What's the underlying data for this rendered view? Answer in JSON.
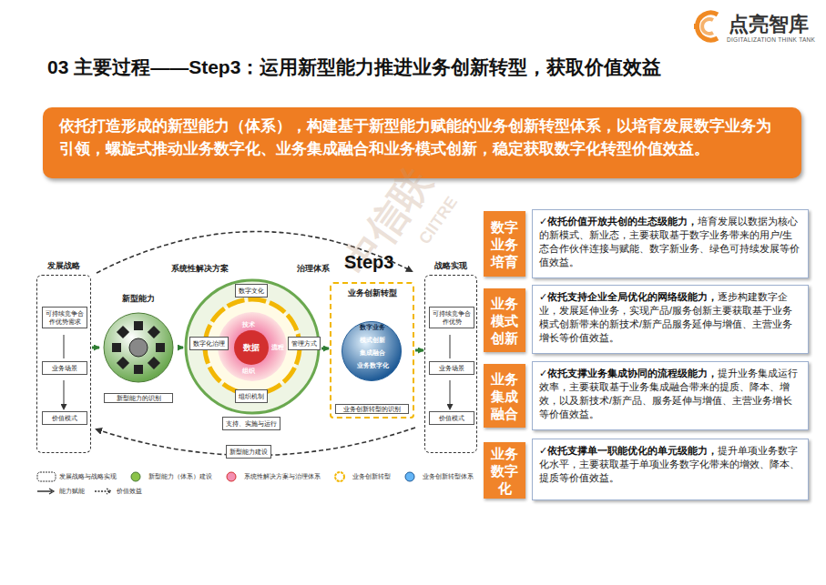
{
  "diagram": {
    "title": "03 主要过程——Step3：运用新型能力推进业务创新转型，获取价值效益",
    "nodes": [
      {
        "text": [
          "依托打造形成的新型能力（体系），构建基于新型能力赋能的业务创新转型体系，以培育发展数字业务为引领，螺旋式推动业务数字化、业务集成融合和业务模式创新，稳定获取数字化转型价值效益。"
        ]
      },
      {
        "text": [
          "数字业务培育"
        ]
      },
      {
        "text": [
          "✓依托价值开放共创的生态级能力，",
          "培育发展以数据为核心的新模式、新业态，主要获取基于数字业务带来的用户/生态合作伙伴连接与赋能、数字新业务、绿色可持续发展等价值效益。"
        ]
      },
      {
        "text": [
          "业务模式创新"
        ]
      },
      {
        "text": [
          "✓依托支持企业全局优化的网络级能力，",
          "逐步构建数字企业，发展延伸业务，实现产品/服务创新主要获取基于业务模式创新带来的新技术/新产品服务延伸与增值、主营业务增长等价值效益。"
        ]
      },
      {
        "text": [
          "业务集成融合"
        ]
      },
      {
        "text": [
          "✓依托支撑业务集成协同的流程级能力，",
          "提升业务集成运行效率，主要获取基于业务集成融合带来的提质、降本、增效，以及新技术/新产品、服务延伸与增值、主营业务增长等价值效益。"
        ]
      },
      {
        "text": [
          "业务数字化"
        ]
      },
      {
        "text": [
          "✓依托支撑单一职能优化的单元级能力，",
          "提升单项业务数字化水平，主要获取基于单项业务数字化带来的增效、降本、提质等价值效益。"
        ]
      },
      {
        "text": [
          "发展战略"
        ]
      },
      {
        "text": [
          "可持续竞争合作优势需求"
        ],
        "in": 9
      },
      {
        "text": [
          "业务场景"
        ],
        "in": 9
      },
      {
        "text": [
          "价值模式"
        ],
        "in": 9
      },
      {
        "text": [
          "新型能力",
          "新型能力的识别"
        ]
      },
      {
        "text": [
          "系统性解决方案",
          "治理体系"
        ]
      },
      {
        "text": [
          "数字文化"
        ],
        "in": 14
      },
      {
        "text": [
          "数字化治理"
        ],
        "in": 14
      },
      {
        "text": [
          "管理方式"
        ],
        "in": 14
      },
      {
        "text": [
          "组织机制"
        ],
        "in": 14
      },
      {
        "text": [
          "数据"
        ],
        "in": 14
      },
      {
        "text": [
          "支持、实施与运行"
        ]
      },
      {
        "text": [
          "新型能力建设"
        ]
      },
      {
        "text": [
          "业务创新转型",
          "业务创新转型的识别"
        ]
      },
      {
        "text": [
          "战略实现"
        ]
      },
      {
        "text": [
          "可持续竞争合作优势"
        ],
        "in": 23
      },
      {
        "text": [
          "业务场景"
        ],
        "in": 23
      },
      {
        "text": [
          "价值模式"
        ],
        "in": 23
      }
    ],
    "edges": [
      {
        "from": 9,
        "to": 13,
        "arrow": "to"
      },
      {
        "from": 13,
        "to": 14,
        "arrow": "to"
      },
      {
        "from": 14,
        "to": 22,
        "arrow": "to"
      },
      {
        "from": 22,
        "to": 23,
        "arrow": "to"
      }
    ],
    "labels": [
      "点亮智库",
      "DIGITALIZATION THINK TANK",
      "中信联",
      "CIITRE",
      "Step3",
      "技术",
      "流程",
      "组织",
      "数字业务",
      "模式创新",
      "集成融合",
      "业务数字化"
    ],
    "legend": [
      {
        "text": "发展战略与战略实现"
      },
      {
        "text": "新型能力（体系）建设"
      },
      {
        "text": "系统性解决方案与治理体系"
      },
      {
        "text": "业务创新转型"
      },
      {
        "text": "业务创新转型体系"
      },
      {
        "text": "能力赋能"
      },
      {
        "text": "价值效益"
      }
    ]
  }
}
